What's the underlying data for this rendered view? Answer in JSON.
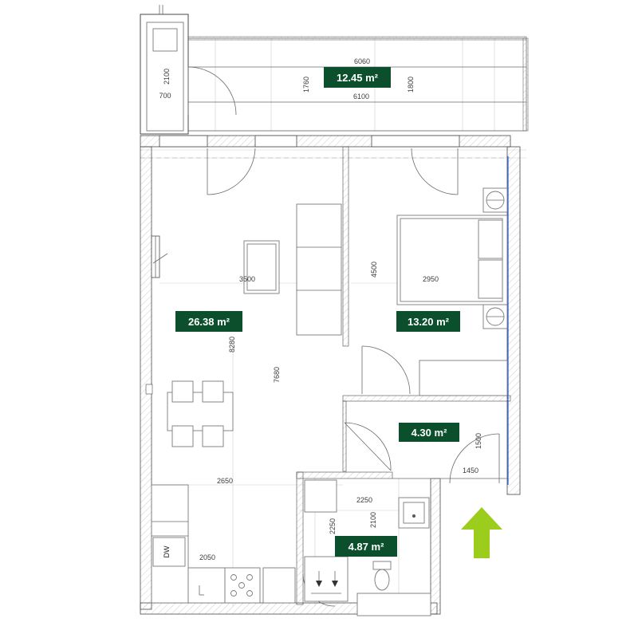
{
  "rooms": [
    {
      "id": "balcony",
      "area": "12.45 m²"
    },
    {
      "id": "living",
      "area": "26.38 m²"
    },
    {
      "id": "bedroom",
      "area": "13.20 m²"
    },
    {
      "id": "hall",
      "area": "4.30 m²"
    },
    {
      "id": "bathroom",
      "area": "4.87 m²"
    }
  ],
  "dimensions": {
    "d6060": "6060",
    "d6100": "6100",
    "d2100_balcony": "2100",
    "d700": "700",
    "d1760": "1760",
    "d1800": "1800",
    "d3500": "3500",
    "d4500": "4500",
    "d2950": "2950",
    "d8280": "8280",
    "d7680": "7680",
    "d1500": "1500",
    "d1450": "1450",
    "d2650": "2650",
    "d2250_h": "2250",
    "d2250_v": "2250",
    "d2100_bath": "2100",
    "d2050": "2050"
  },
  "appliances": {
    "dishwasher": "DW"
  },
  "colors": {
    "badge": "#0b4f2c",
    "arrow": "#9ccc1c",
    "window": "#2b5fd9"
  },
  "icons": {
    "entrance": "entrance-arrow-icon"
  }
}
